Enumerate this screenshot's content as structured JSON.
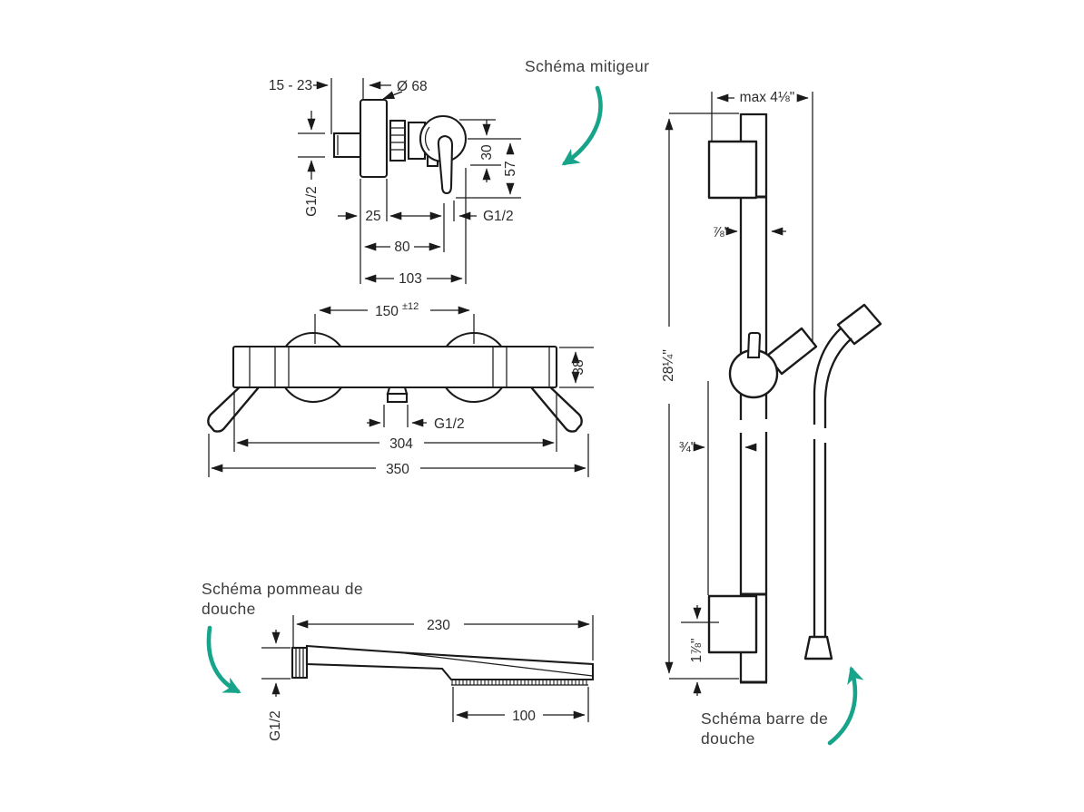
{
  "page": {
    "background": "#ffffff",
    "line_color": "#1a1a1a",
    "accent_teal": "#18a38b"
  },
  "labels": {
    "mixer": "Schéma mitigeur",
    "handshower_line1": "Schéma pommeau de",
    "handshower_line2": "douche",
    "bar_line1": "Schéma barre de",
    "bar_line2": "douche"
  },
  "mixer_dims": {
    "wall_depth": "15 - 23",
    "diameter": "Ø 68",
    "inlet_thread": "G1/2",
    "handle_drop": "30",
    "total_drop": "57",
    "flange_depth": "25",
    "outlet_thread": "G1/2",
    "body_depth": "80",
    "total_depth": "103"
  },
  "thermostat_dims": {
    "center_distance": "150",
    "tolerance": "±12",
    "bar_height": "38",
    "outlet_thread": "G1/2",
    "body_width": "304",
    "total_width": "350"
  },
  "handshower_dims": {
    "length": "230",
    "thread": "G1/2",
    "spray_face": "100"
  },
  "bar_dims": {
    "max_width": "max 4⅛\"",
    "bar_depth": "⅞\"",
    "height": "28¼\"",
    "bar_width": "¾\"",
    "bracket_offset": "1⅞\""
  }
}
